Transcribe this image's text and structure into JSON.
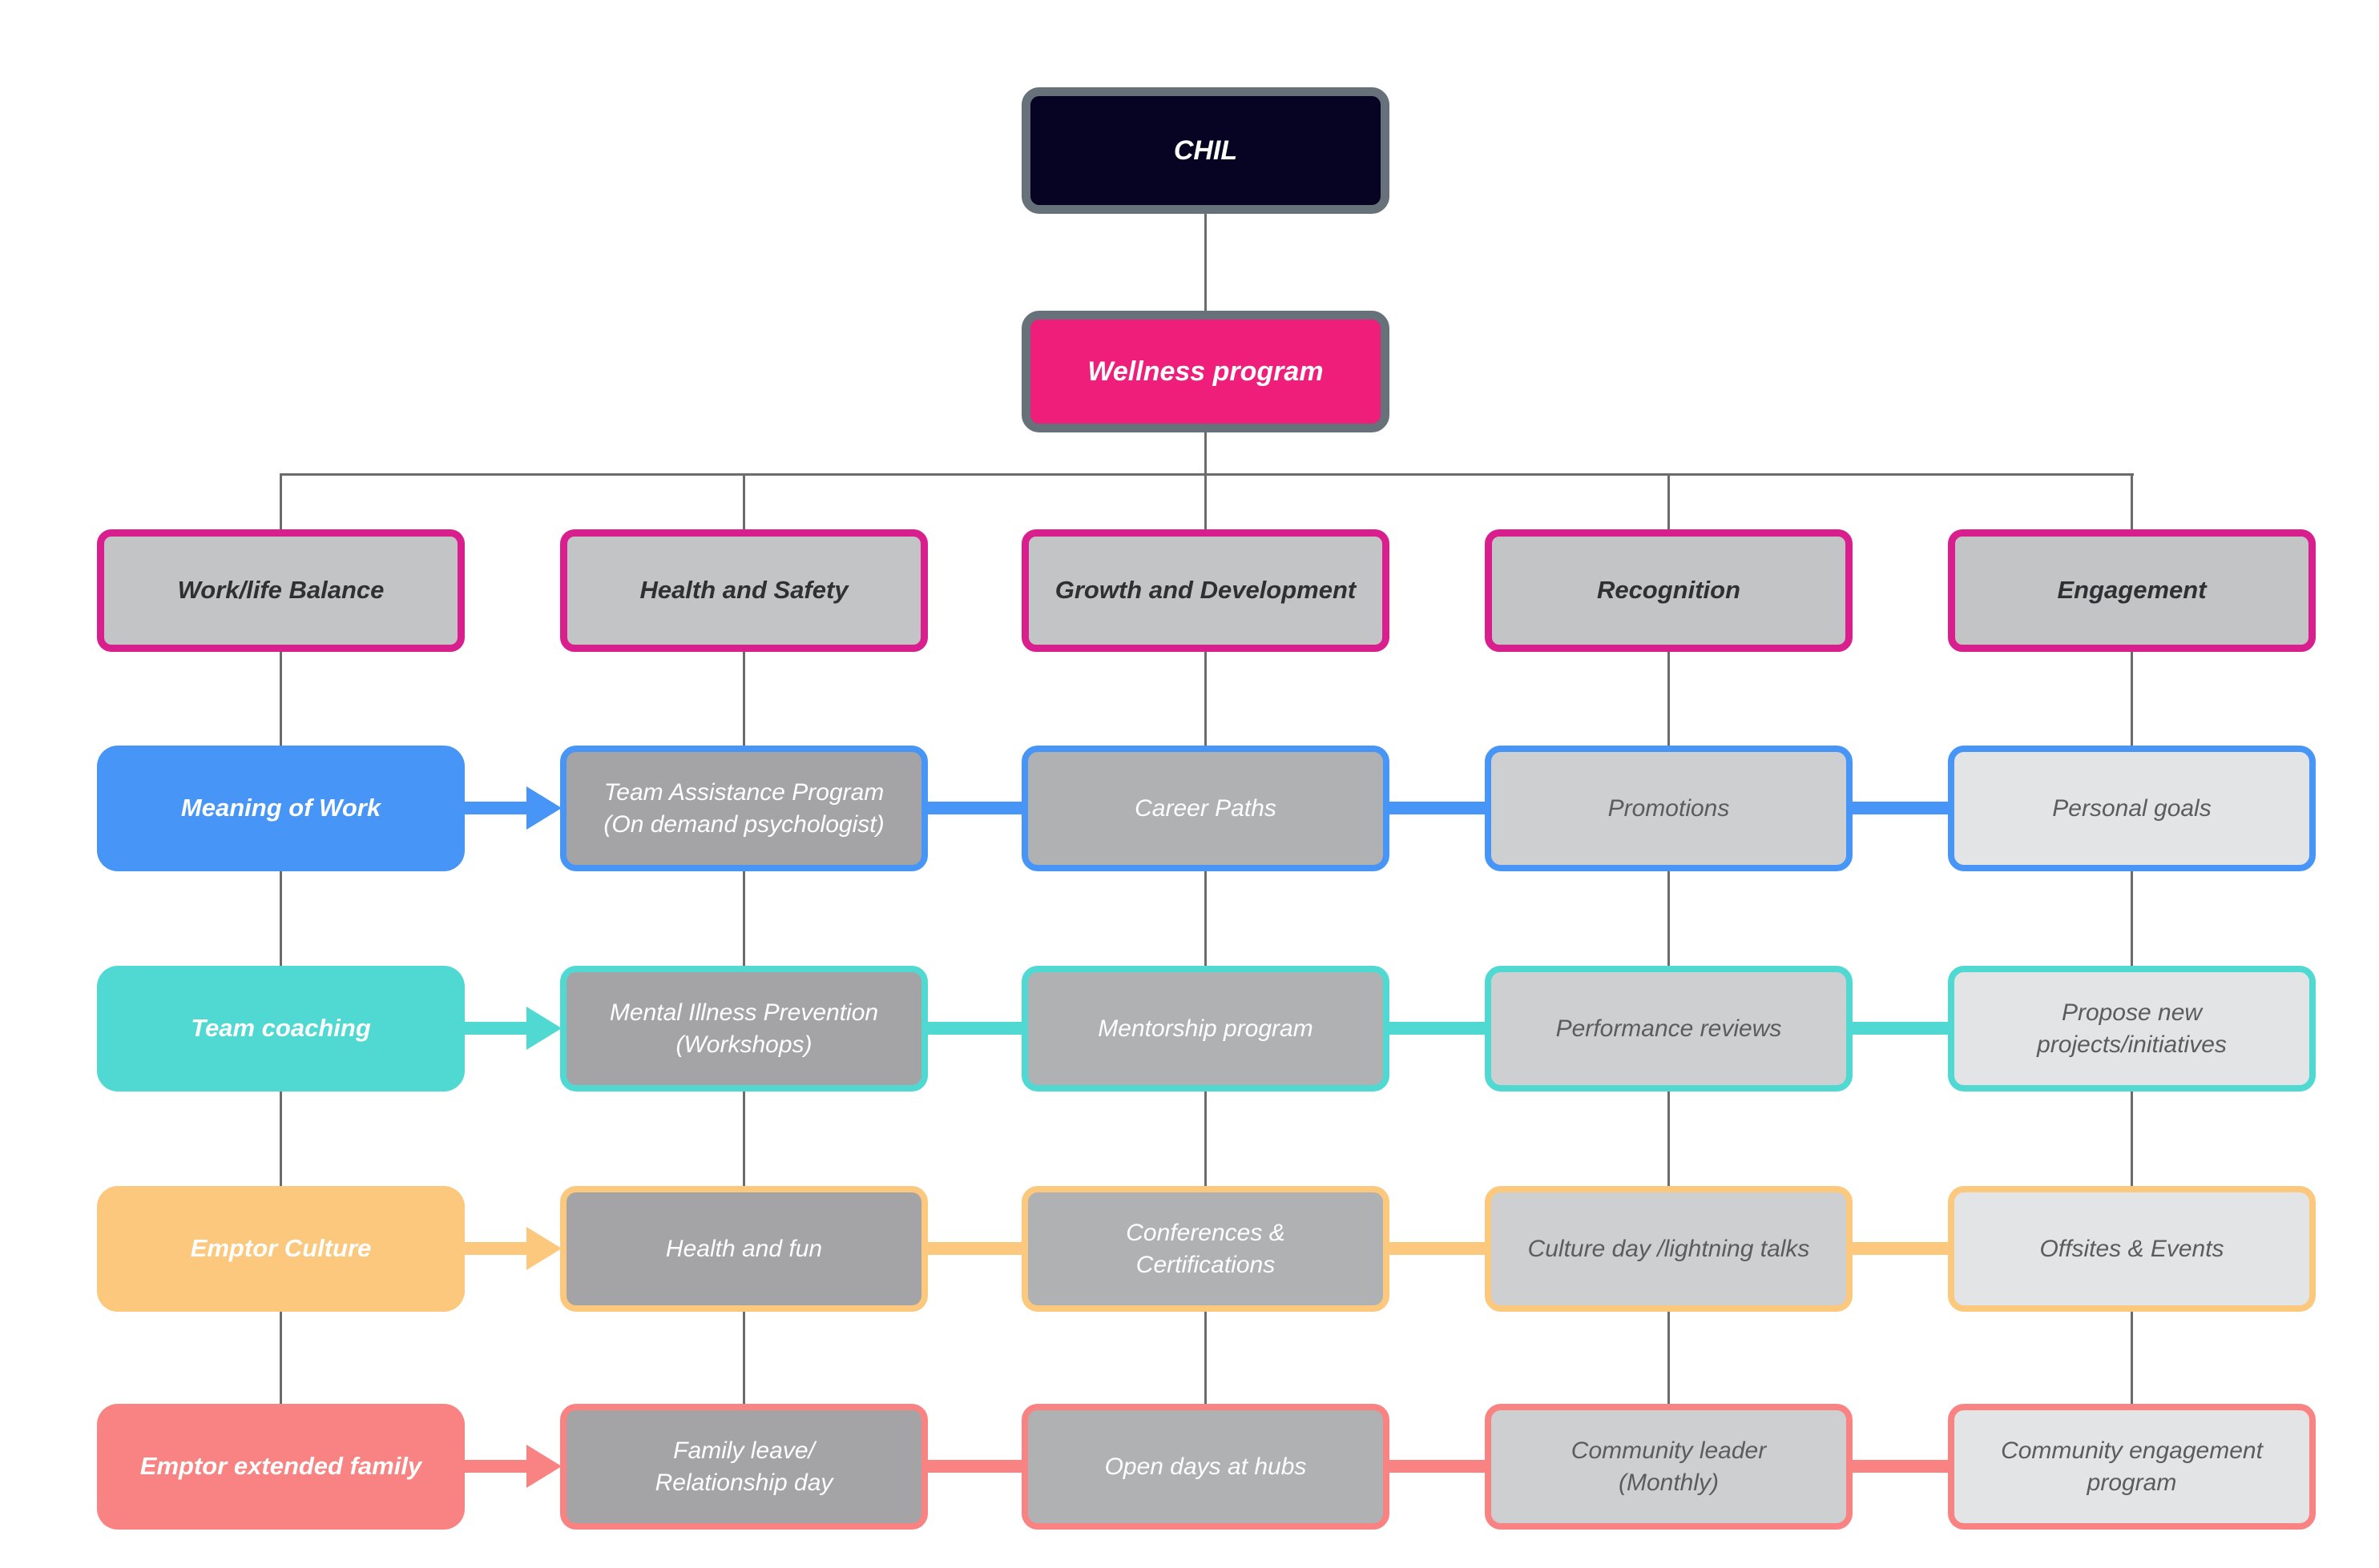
{
  "diagram": {
    "root": {
      "label": "CHIL"
    },
    "program": {
      "label": "Wellness program"
    },
    "categories": [
      {
        "label": "Work/life Balance"
      },
      {
        "label": "Health and Safety"
      },
      {
        "label": "Growth and Development"
      },
      {
        "label": "Recognition"
      },
      {
        "label": "Engagement"
      }
    ],
    "rows": [
      {
        "lead": "Meaning of Work",
        "accent": "#4695f7",
        "items": [
          "Team Assistance Program\n(On demand psychologist)",
          "Career Paths",
          "Promotions",
          "Personal goals"
        ]
      },
      {
        "lead": "Team coaching",
        "accent": "#50d8d2",
        "items": [
          "Mental Illness Prevention\n(Workshops)",
          "Mentorship program",
          "Performance reviews",
          "Propose new\nprojects/initiatives"
        ]
      },
      {
        "lead": "Emptor Culture",
        "accent": "#fbc87d",
        "items": [
          "Health and fun",
          "Conferences &\nCertifications",
          "Culture day /lightning talks",
          "Offsites & Events"
        ]
      },
      {
        "lead": "Emptor extended family",
        "accent": "#f98383",
        "items": [
          "Family leave/\nRelationship day",
          "Open days at hubs",
          "Community leader\n(Monthly)",
          "Community engagement\nprogram"
        ]
      }
    ],
    "colors": {
      "root_fill": "#070322",
      "root_border": "#67717a",
      "program_fill": "#ee1e7a",
      "category_border": "#d91f8d",
      "category_fill": "#c3c4c6",
      "connector_line": "#6b6b6b"
    }
  }
}
